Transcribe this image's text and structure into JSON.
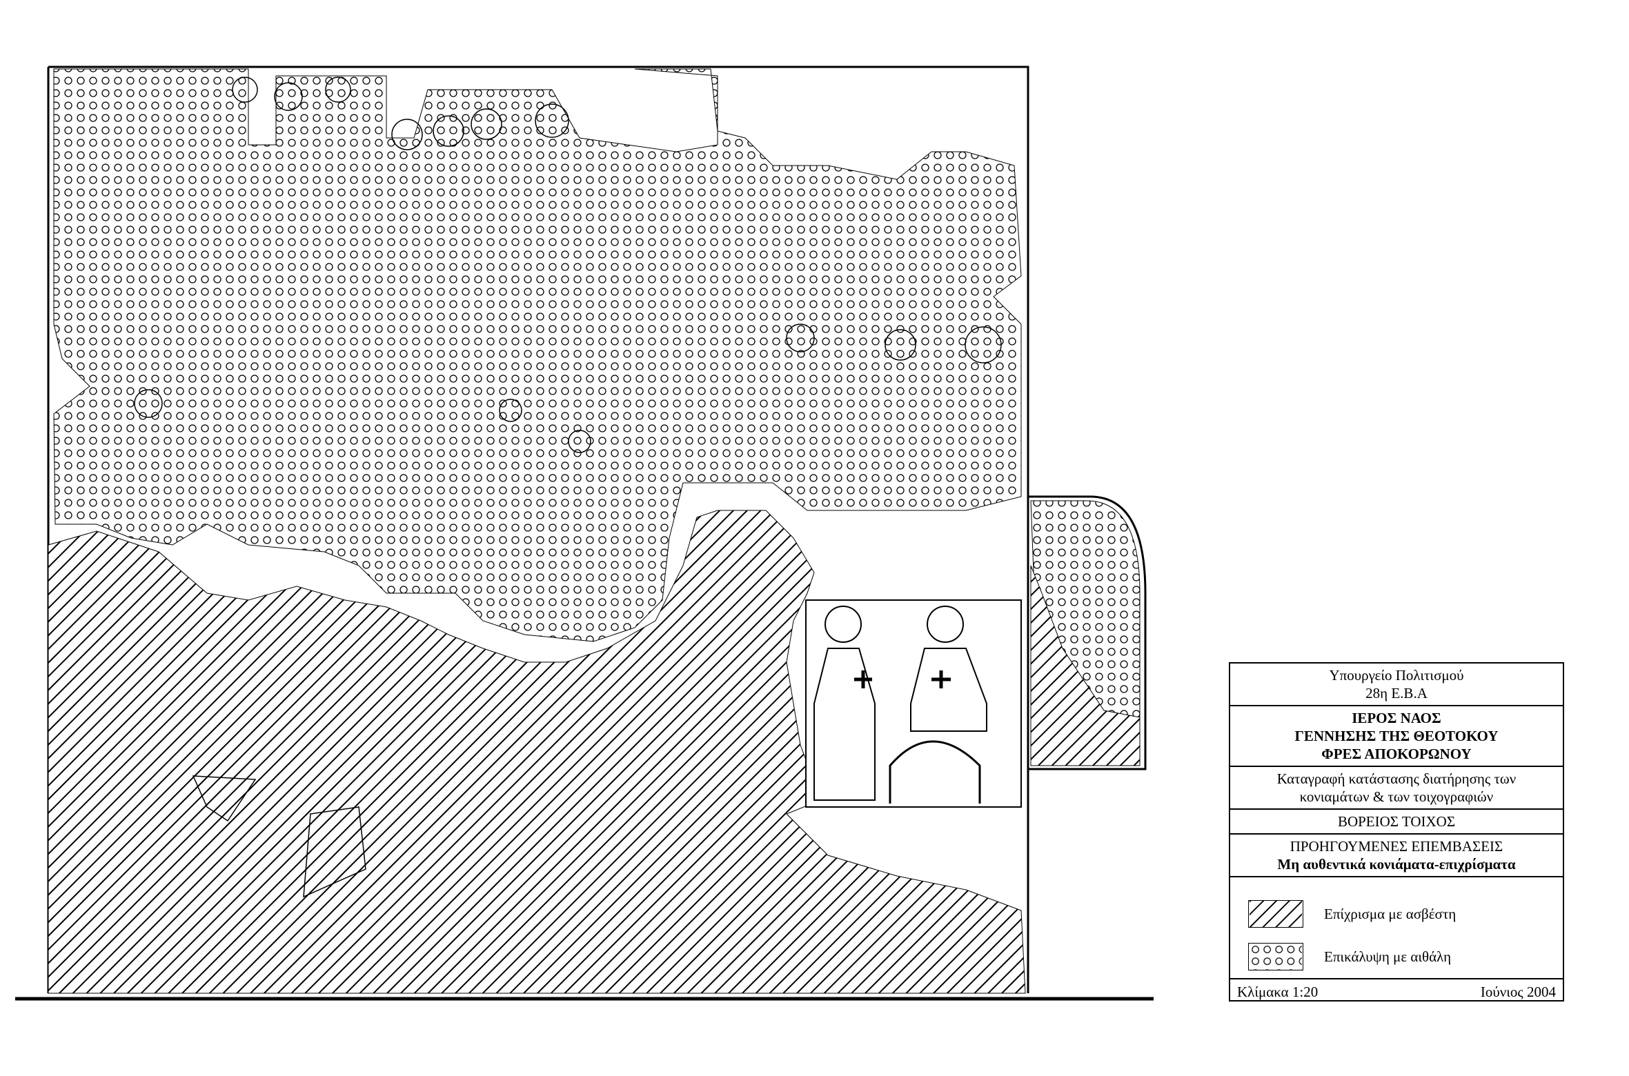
{
  "drawing": {
    "title": "North wall elevation — conservation survey",
    "patterns": {
      "hatch_color": "#000000",
      "dots_color": "#000000"
    }
  },
  "title_block": {
    "ministry": "Υπουργείο Πολιτισμού",
    "ephorate": "28η Ε.Β.Α",
    "church_line1": "ΙΕΡΟΣ ΝΑΟΣ",
    "church_line2": "ΓΕΝΝΗΣΗΣ ΤΗΣ ΘΕΟΤΟΚΟΥ",
    "church_line3": "ΦΡΕΣ ΑΠΟΚΟΡΩΝΟΥ",
    "survey_line1": "Καταγραφή κατάστασης διατήρησης των",
    "survey_line2": "κονιαμάτων & των τοιχογραφιών",
    "wall": "ΒΟΡΕΙΟΣ ΤΟΙΧΟΣ",
    "subject_line1": "ΠΡΟΗΓΟΥΜΕΝΕΣ ΕΠΕΜΒΑΣΕΙΣ",
    "subject_line2": "Μη αυθεντικά κονιάματα-επιχρίσματα",
    "legend": [
      {
        "pattern": "hatch",
        "label": "Επίχρισμα με ασβέστη"
      },
      {
        "pattern": "dots",
        "label": "Επικάλυψη με αιθάλη"
      }
    ],
    "scale": "Κλίμακα 1:20",
    "date": "Ιούνιος 2004"
  }
}
